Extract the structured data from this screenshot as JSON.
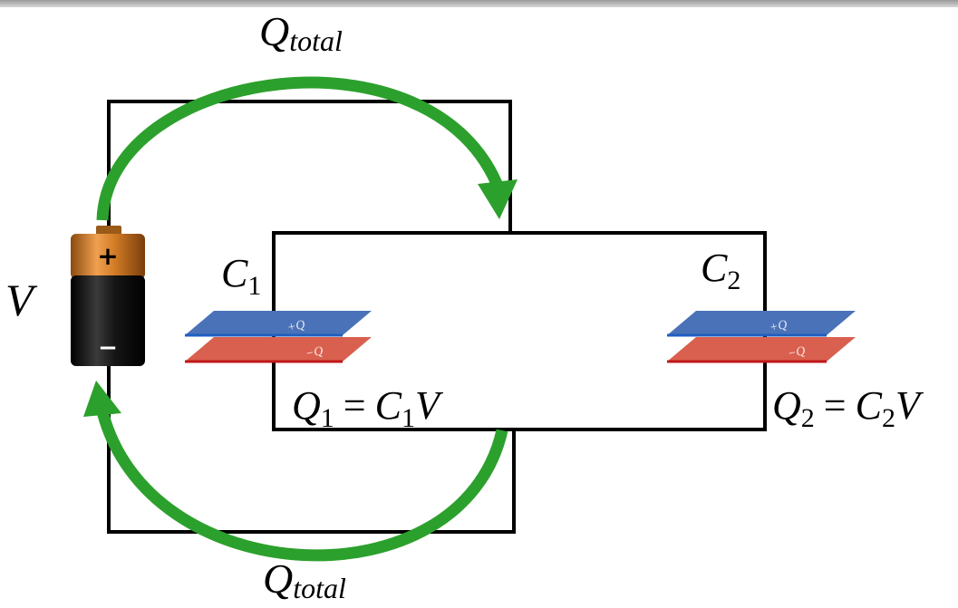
{
  "labels": {
    "q_top": {
      "main": "Q",
      "sub": "total"
    },
    "q_bottom": {
      "main": "Q",
      "sub": "total"
    },
    "voltage": "V",
    "cap1": {
      "main": "C",
      "sub": "1"
    },
    "cap2": {
      "main": "C",
      "sub": "2"
    },
    "eq1": {
      "q": "Q",
      "qsub": "1",
      "eq": "=",
      "c": "C",
      "csub": "1",
      "v": "V"
    },
    "eq2": {
      "q": "Q",
      "qsub": "2",
      "eq": "=",
      "c": "C",
      "csub": "2",
      "v": "V"
    }
  },
  "battery": {
    "plus": "+",
    "minus": "−"
  },
  "plates": {
    "cap1": {
      "top": "+Q",
      "bottom": "−Q"
    },
    "cap2": {
      "top": "+Q",
      "bottom": "−Q"
    }
  },
  "colors": {
    "arrow": "#2ca02c",
    "wire": "#000000",
    "plate_positive": "#4a72b8",
    "plate_negative": "#d9604f",
    "battery_cap": "#e08a2c",
    "battery_body": "#111111",
    "top_bar": "#aaaaaa"
  }
}
